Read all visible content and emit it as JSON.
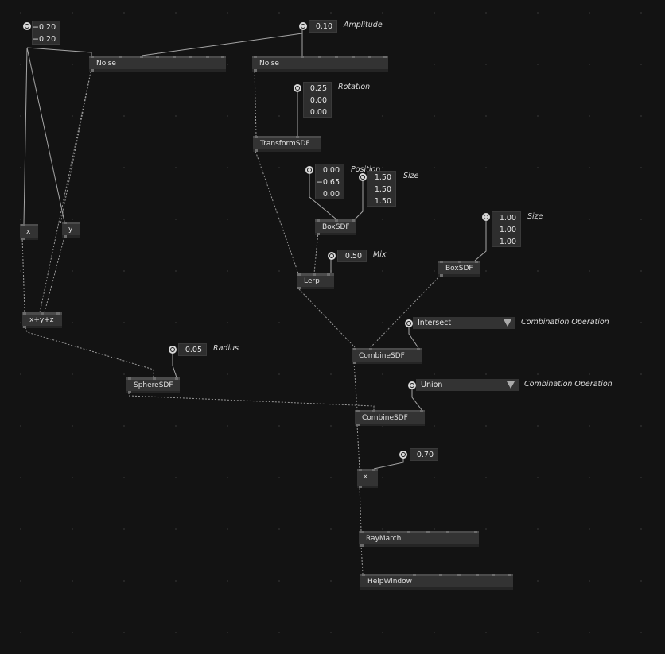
{
  "nodes": {
    "noise_a": "Noise",
    "noise_b": "Noise",
    "transform": "TransformSDF",
    "box_a": "BoxSDF",
    "box_b": "BoxSDF",
    "lerp": "Lerp",
    "x": "x",
    "y": "y",
    "sum": "x+y+z",
    "sphere": "SphereSDF",
    "combine_a": "CombineSDF",
    "combine_b": "CombineSDF",
    "mul": "×",
    "raymarch": "RayMarch",
    "help": "HelpWindow"
  },
  "params": {
    "offset": {
      "values": [
        "−0.20",
        "−0.20"
      ]
    },
    "amplitude": {
      "label": "Amplitude",
      "value": "0.10"
    },
    "rotation": {
      "label": "Rotation",
      "values": [
        "0.25",
        "0.00",
        "0.00"
      ]
    },
    "position": {
      "label": "Position",
      "values": [
        "0.00",
        "−0.65",
        "0.00"
      ]
    },
    "size_a": {
      "label": "Size",
      "values": [
        "1.50",
        "1.50",
        "1.50"
      ]
    },
    "mix": {
      "label": "Mix",
      "value": "0.50"
    },
    "size_b": {
      "label": "Size",
      "values": [
        "1.00",
        "1.00",
        "1.00"
      ]
    },
    "radius": {
      "label": "Radius",
      "value": "0.05"
    },
    "combine_a_op": {
      "label": "Combination Operation",
      "value": "Intersect"
    },
    "combine_b_op": {
      "label": "Combination Operation",
      "value": "Union"
    },
    "factor": {
      "value": "0.70"
    }
  },
  "colors": {
    "background": "#131313",
    "node": "#333333",
    "wire": "#a0a0a0"
  },
  "icons": {
    "param_knob": "knob-icon",
    "dropdown_arrow": "triangle-down-icon"
  }
}
